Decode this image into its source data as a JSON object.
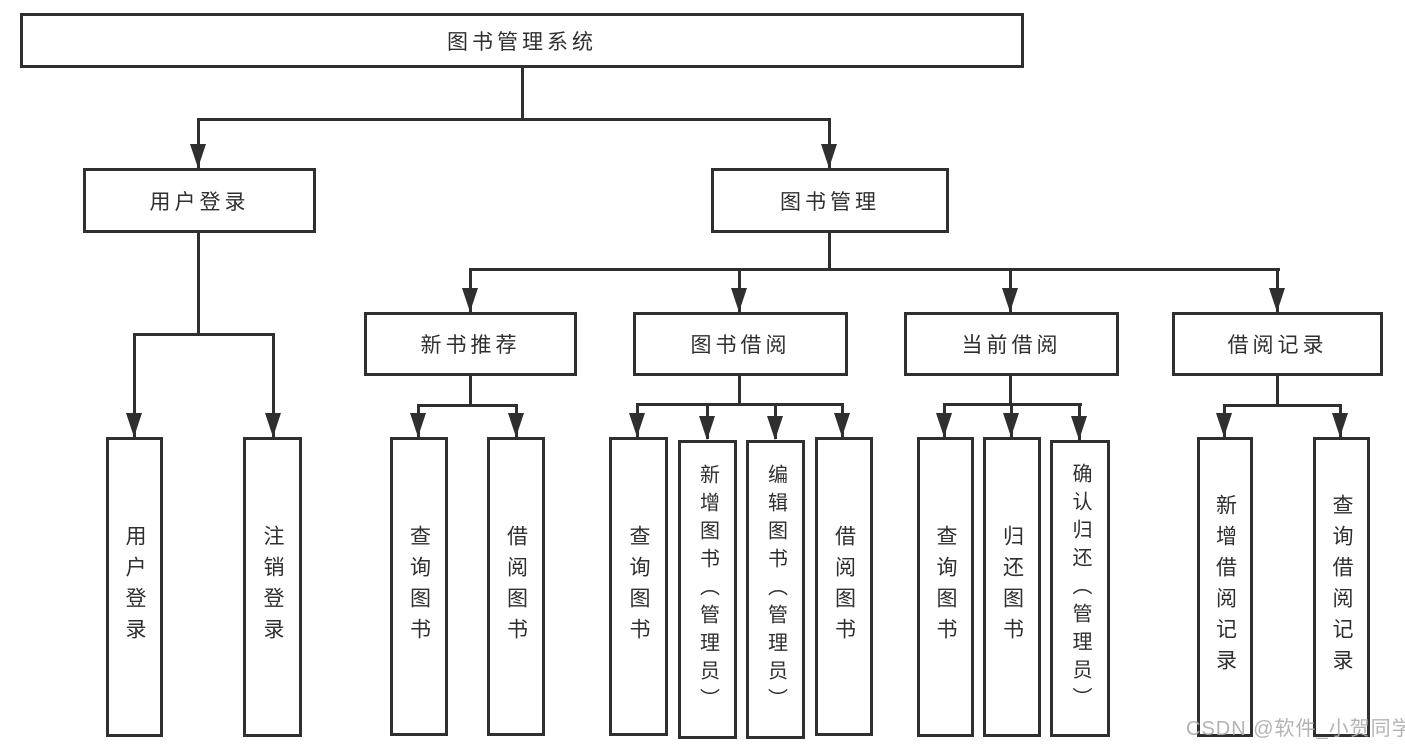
{
  "colors": {
    "line": "#2f2f2f",
    "box_border": "#2f2f2f",
    "text": "#2f2f2f",
    "watermark": "#acacac",
    "background": "#ffffff"
  },
  "watermark": {
    "text": "CSDN @软件_小贺同学"
  },
  "tree": {
    "root": {
      "label": "图书管理系统"
    },
    "branches": [
      {
        "label": "用户登录",
        "children": [
          {
            "label": "用户登录"
          },
          {
            "label": "注销登录"
          }
        ]
      },
      {
        "label": "图书管理",
        "children": [
          {
            "label": "新书推荐",
            "children": [
              {
                "label": "查询图书"
              },
              {
                "label": "借阅图书"
              }
            ]
          },
          {
            "label": "图书借阅",
            "children": [
              {
                "label": "查询图书"
              },
              {
                "label": "新增图书（管理员）"
              },
              {
                "label": "编辑图书（管理员）"
              },
              {
                "label": "借阅图书"
              }
            ]
          },
          {
            "label": "当前借阅",
            "children": [
              {
                "label": "查询图书"
              },
              {
                "label": "归还图书"
              },
              {
                "label": "确认归还（管理员）"
              }
            ]
          },
          {
            "label": "借阅记录",
            "children": [
              {
                "label": "新增借阅记录"
              },
              {
                "label": "查询借阅记录"
              }
            ]
          }
        ]
      }
    ]
  }
}
